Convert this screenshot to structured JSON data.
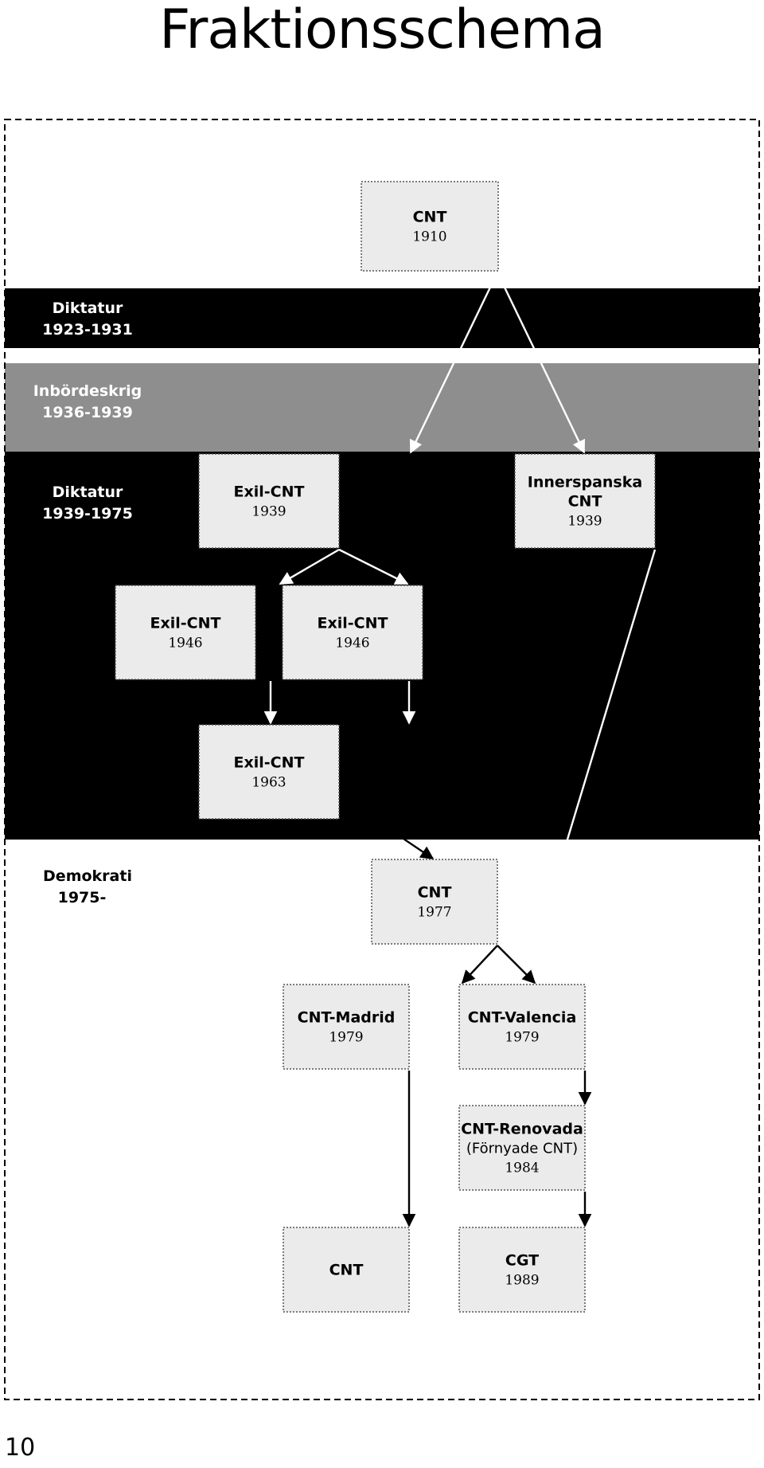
{
  "title": "Fraktionsschema",
  "page_number": "10",
  "eras": [
    {
      "id": "dictatorship-1",
      "name": "Diktatur",
      "years": "1923-1931",
      "color": "#000000",
      "text_color": "#ffffff"
    },
    {
      "id": "civil-war",
      "name": "Inbördeskrig",
      "years": "1936-1939",
      "color": "#8e8e8e",
      "text_color": "#ffffff"
    },
    {
      "id": "dictatorship-2",
      "name": "Diktatur",
      "years": "1939-1975",
      "color": "#000000",
      "text_color": "#ffffff"
    },
    {
      "id": "democracy",
      "name": "Demokrati",
      "years": "1975-",
      "color": "#ffffff",
      "text_color": "#000000"
    }
  ],
  "nodes": [
    {
      "id": "cnt-1910",
      "lines": [
        "CNT"
      ],
      "year": "1910"
    },
    {
      "id": "exil-cnt-1939",
      "lines": [
        "Exil-CNT"
      ],
      "year": "1939"
    },
    {
      "id": "innerspanska-cnt-1939",
      "lines": [
        "Innerspanska",
        "CNT"
      ],
      "year": "1939"
    },
    {
      "id": "exil-cnt-1946-a",
      "lines": [
        "Exil-CNT"
      ],
      "year": "1946"
    },
    {
      "id": "exil-cnt-1946-b",
      "lines": [
        "Exil-CNT"
      ],
      "year": "1946"
    },
    {
      "id": "exil-cnt-1963",
      "lines": [
        "Exil-CNT"
      ],
      "year": "1963"
    },
    {
      "id": "cnt-1977",
      "lines": [
        "CNT"
      ],
      "year": "1977"
    },
    {
      "id": "cnt-madrid-1979",
      "lines": [
        "CNT-Madrid"
      ],
      "year": "1979"
    },
    {
      "id": "cnt-valencia-1979",
      "lines": [
        "CNT-Valencia"
      ],
      "year": "1979"
    },
    {
      "id": "cnt-renovada-1984",
      "lines": [
        "CNT-Renovada"
      ],
      "subtitle": "(Förnyade CNT)",
      "year": "1984"
    },
    {
      "id": "cnt-final",
      "lines": [
        "CNT"
      ],
      "year": ""
    },
    {
      "id": "cgt-1989",
      "lines": [
        "CGT"
      ],
      "year": "1989"
    }
  ],
  "edges": [
    {
      "from": "cnt-1910",
      "to": "exil-cnt-1939"
    },
    {
      "from": "cnt-1910",
      "to": "innerspanska-cnt-1939"
    },
    {
      "from": "exil-cnt-1939",
      "to": "exil-cnt-1946-a"
    },
    {
      "from": "exil-cnt-1939",
      "to": "exil-cnt-1946-b"
    },
    {
      "from": "exil-cnt-1946-a",
      "to": "exil-cnt-1963"
    },
    {
      "from": "exil-cnt-1946-b",
      "to": "exil-cnt-1963"
    },
    {
      "from": "exil-cnt-1963",
      "to": "cnt-1977"
    },
    {
      "from": "innerspanska-cnt-1939",
      "to": "cnt-1977"
    },
    {
      "from": "cnt-1977",
      "to": "cnt-madrid-1979"
    },
    {
      "from": "cnt-1977",
      "to": "cnt-valencia-1979"
    },
    {
      "from": "cnt-valencia-1979",
      "to": "cnt-renovada-1984"
    },
    {
      "from": "cnt-madrid-1979",
      "to": "cnt-final"
    },
    {
      "from": "cnt-renovada-1984",
      "to": "cgt-1989"
    }
  ],
  "colors": {
    "node_fill": "#ebebeb",
    "node_border": "#555555",
    "arrow_on_dark": "#ffffff",
    "arrow_on_light": "#000000"
  }
}
